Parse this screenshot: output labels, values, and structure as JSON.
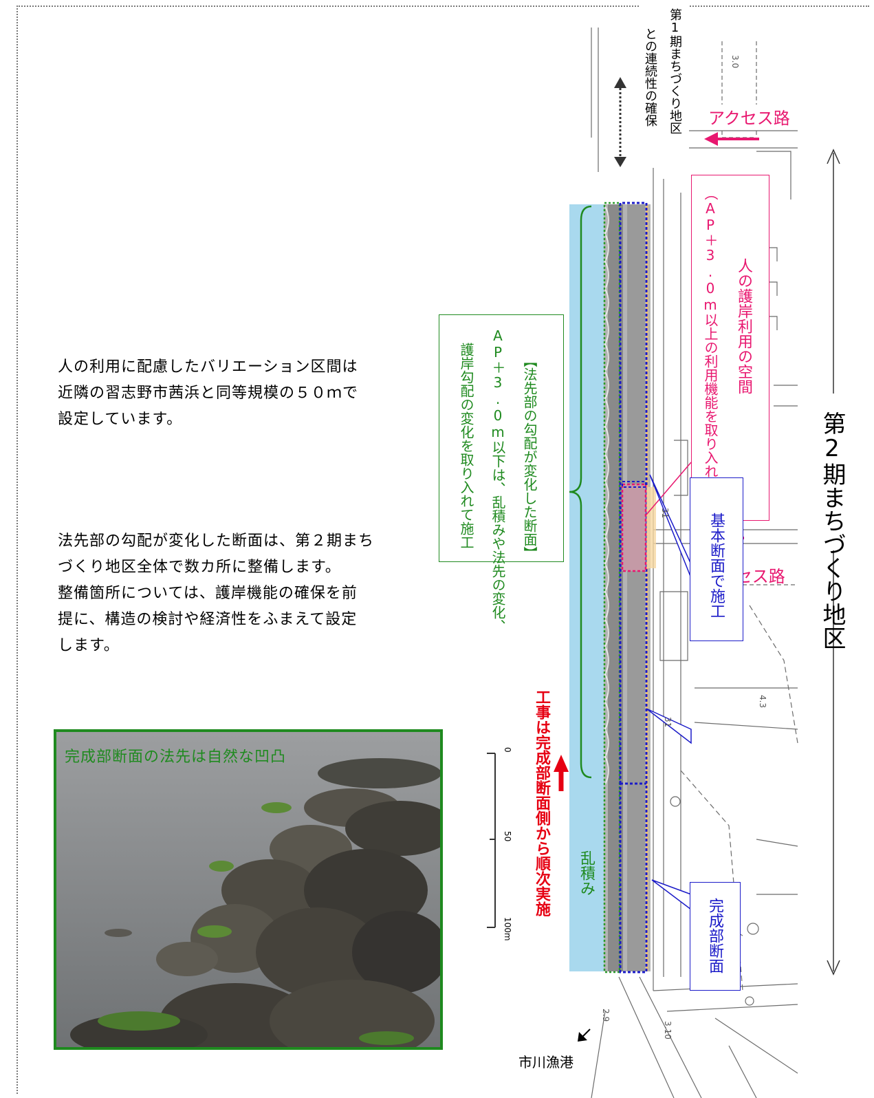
{
  "colors": {
    "water": "#a9d9ee",
    "pink": "#e8176f",
    "green": "#1f8a1f",
    "blue": "#1a1ac8",
    "red": "#e60012"
  },
  "paragraph1": {
    "lines": [
      "人の利用に配慮したバリエーション区間は",
      "近隣の習志野市茜浜と同等規模の５０ｍで",
      "設定しています。"
    ]
  },
  "paragraph2": {
    "lines": [
      "法先部の勾配が変化した断面は、第２期まち",
      "づくり地区全体で数カ所に整備します。",
      "整備箇所については、護岸機能の確保を前",
      "提に、構造の検討や経済性をふまえて設定",
      "します。"
    ]
  },
  "photo": {
    "caption": "完成部断面の法先は自然な凹凸"
  },
  "phase1_note": {
    "line1": "第1期まちづくり地区",
    "line2": "との連続性の確保"
  },
  "access_top": "アクセス路",
  "access_mid": "アクセス路",
  "pink_callout": {
    "col1": "人の護岸利用の空間",
    "col2": "（AP＋3.0m以上の利用機能を取り入れる）"
  },
  "green_callout": {
    "col1": "【法先部の勾配が変化した断面】",
    "col2": "AP＋3.0m以下は、乱積みや法先の変化、",
    "col3": "護岸勾配の変化を取り入れて施工"
  },
  "basic_section": "基本断面で施工",
  "completed_section": "完成部断面",
  "construction_note": "工事は完成部断面側から順次実施",
  "riprap_label": "乱積み",
  "phase2_label": "第2期まちづくり地区",
  "harbor_label": "市川漁港",
  "scale": {
    "ticks": [
      "0",
      "50",
      "100m"
    ]
  },
  "map_labels": {
    "a": "31",
    "b": "31",
    "c": "4.3",
    "d": "3.0",
    "e": "3.10",
    "f": "2.9"
  }
}
